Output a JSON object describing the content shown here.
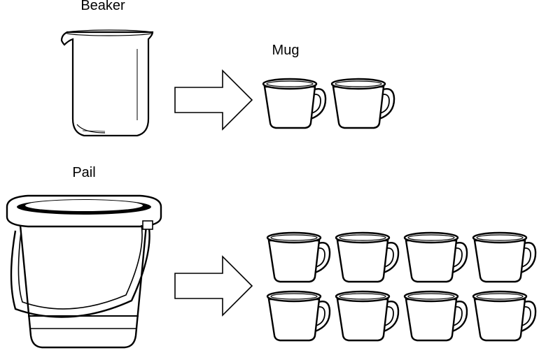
{
  "labels": {
    "beaker": "Beaker",
    "mug": "Mug",
    "pail": "Pail"
  },
  "rows": [
    {
      "container": "beaker",
      "equals_mugs": 2
    },
    {
      "container": "pail",
      "equals_mugs": 8
    }
  ]
}
